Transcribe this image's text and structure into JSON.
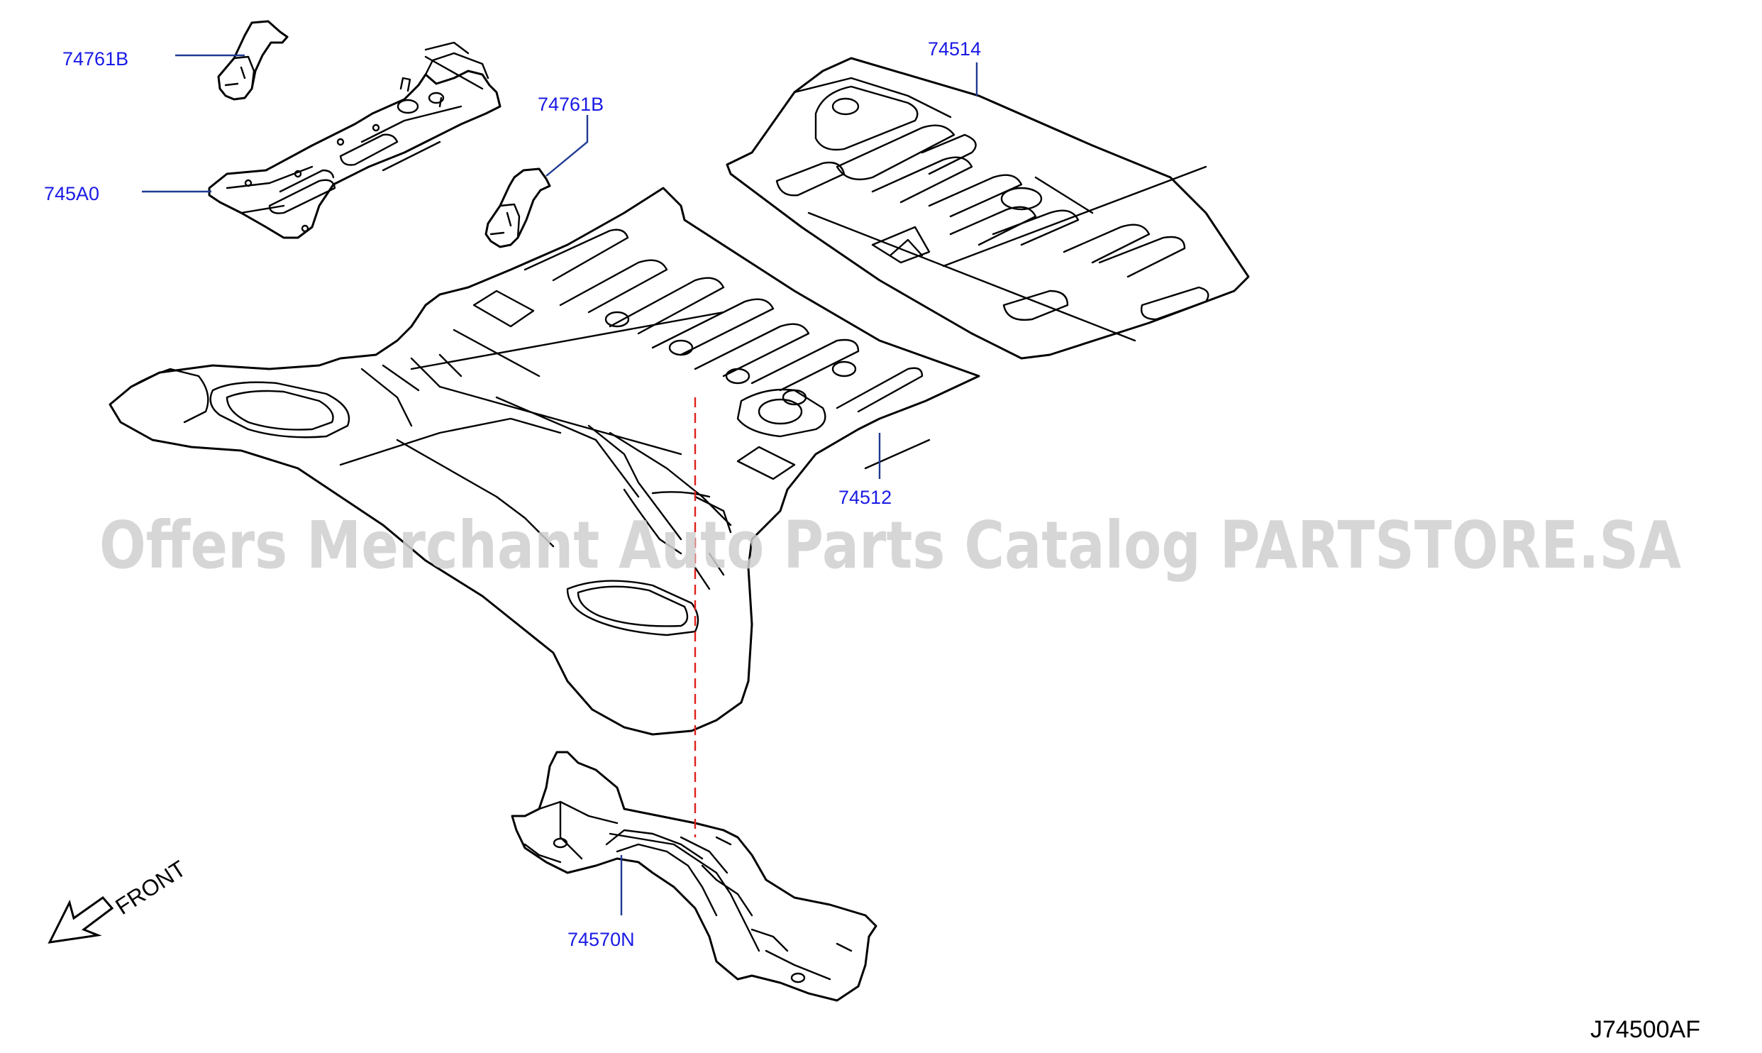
{
  "callouts": [
    {
      "id": "p74761b_top",
      "label": "74761B"
    },
    {
      "id": "p745a0",
      "label": "745A0"
    },
    {
      "id": "p74761b_mid",
      "label": "74761B"
    },
    {
      "id": "p74514",
      "label": "74514"
    },
    {
      "id": "p74512",
      "label": "74512"
    },
    {
      "id": "p74570n",
      "label": "74570N"
    }
  ],
  "direction_label": "FRONT",
  "diagram_code": "J74500AF",
  "watermark": "Offers Merchant Auto Parts Catalog PARTSTORE.SA",
  "colors": {
    "callout_text": "#1a1ae6",
    "leader_line": "#1f3a93",
    "reference_line": "#e0201b",
    "line_art": "#000000"
  }
}
